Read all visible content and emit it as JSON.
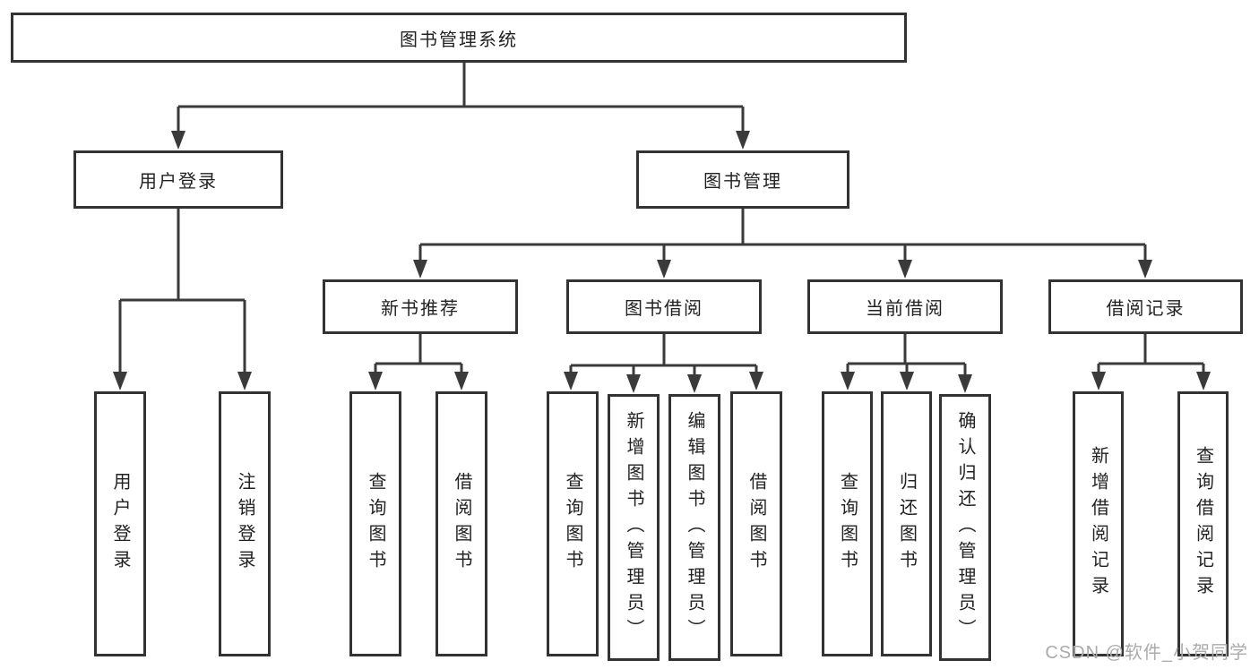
{
  "colors": {
    "line": "#3a3a3a",
    "box_border": "#333333",
    "text": "#222222",
    "watermark": "#ababab",
    "background": "#ffffff"
  },
  "nodes": {
    "root": "图书管理系统",
    "user_login_branch": "用户登录",
    "book_mgmt_branch": "图书管理",
    "new_book_rec": "新书推荐",
    "book_borrow": "图书借阅",
    "current_borrow": "当前借阅",
    "borrow_records": "借阅记录",
    "leaf_user_login": "用户登录",
    "leaf_logout": "注销登录",
    "leaf_nb_query": "查询图书",
    "leaf_nb_borrow": "借阅图书",
    "leaf_bb_query": "查询图书",
    "leaf_bb_add": "新增图书（管理员）",
    "leaf_bb_edit": "编辑图书（管理员）",
    "leaf_bb_borrow": "借阅图书",
    "leaf_cb_query": "查询图书",
    "leaf_cb_return": "归还图书",
    "leaf_cb_confirm": "确认归还（管理员）",
    "leaf_br_add": "新增借阅记录",
    "leaf_br_query": "查询借阅记录"
  },
  "hierarchy": {
    "图书管理系统": {
      "用户登录": [
        "用户登录",
        "注销登录"
      ],
      "图书管理": {
        "新书推荐": [
          "查询图书",
          "借阅图书"
        ],
        "图书借阅": [
          "查询图书",
          "新增图书（管理员）",
          "编辑图书（管理员）",
          "借阅图书"
        ],
        "当前借阅": [
          "查询图书",
          "归还图书",
          "确认归还（管理员）"
        ],
        "借阅记录": [
          "新增借阅记录",
          "查询借阅记录"
        ]
      }
    }
  },
  "watermark": {
    "text": "CSDN @软件_小贺同学"
  }
}
